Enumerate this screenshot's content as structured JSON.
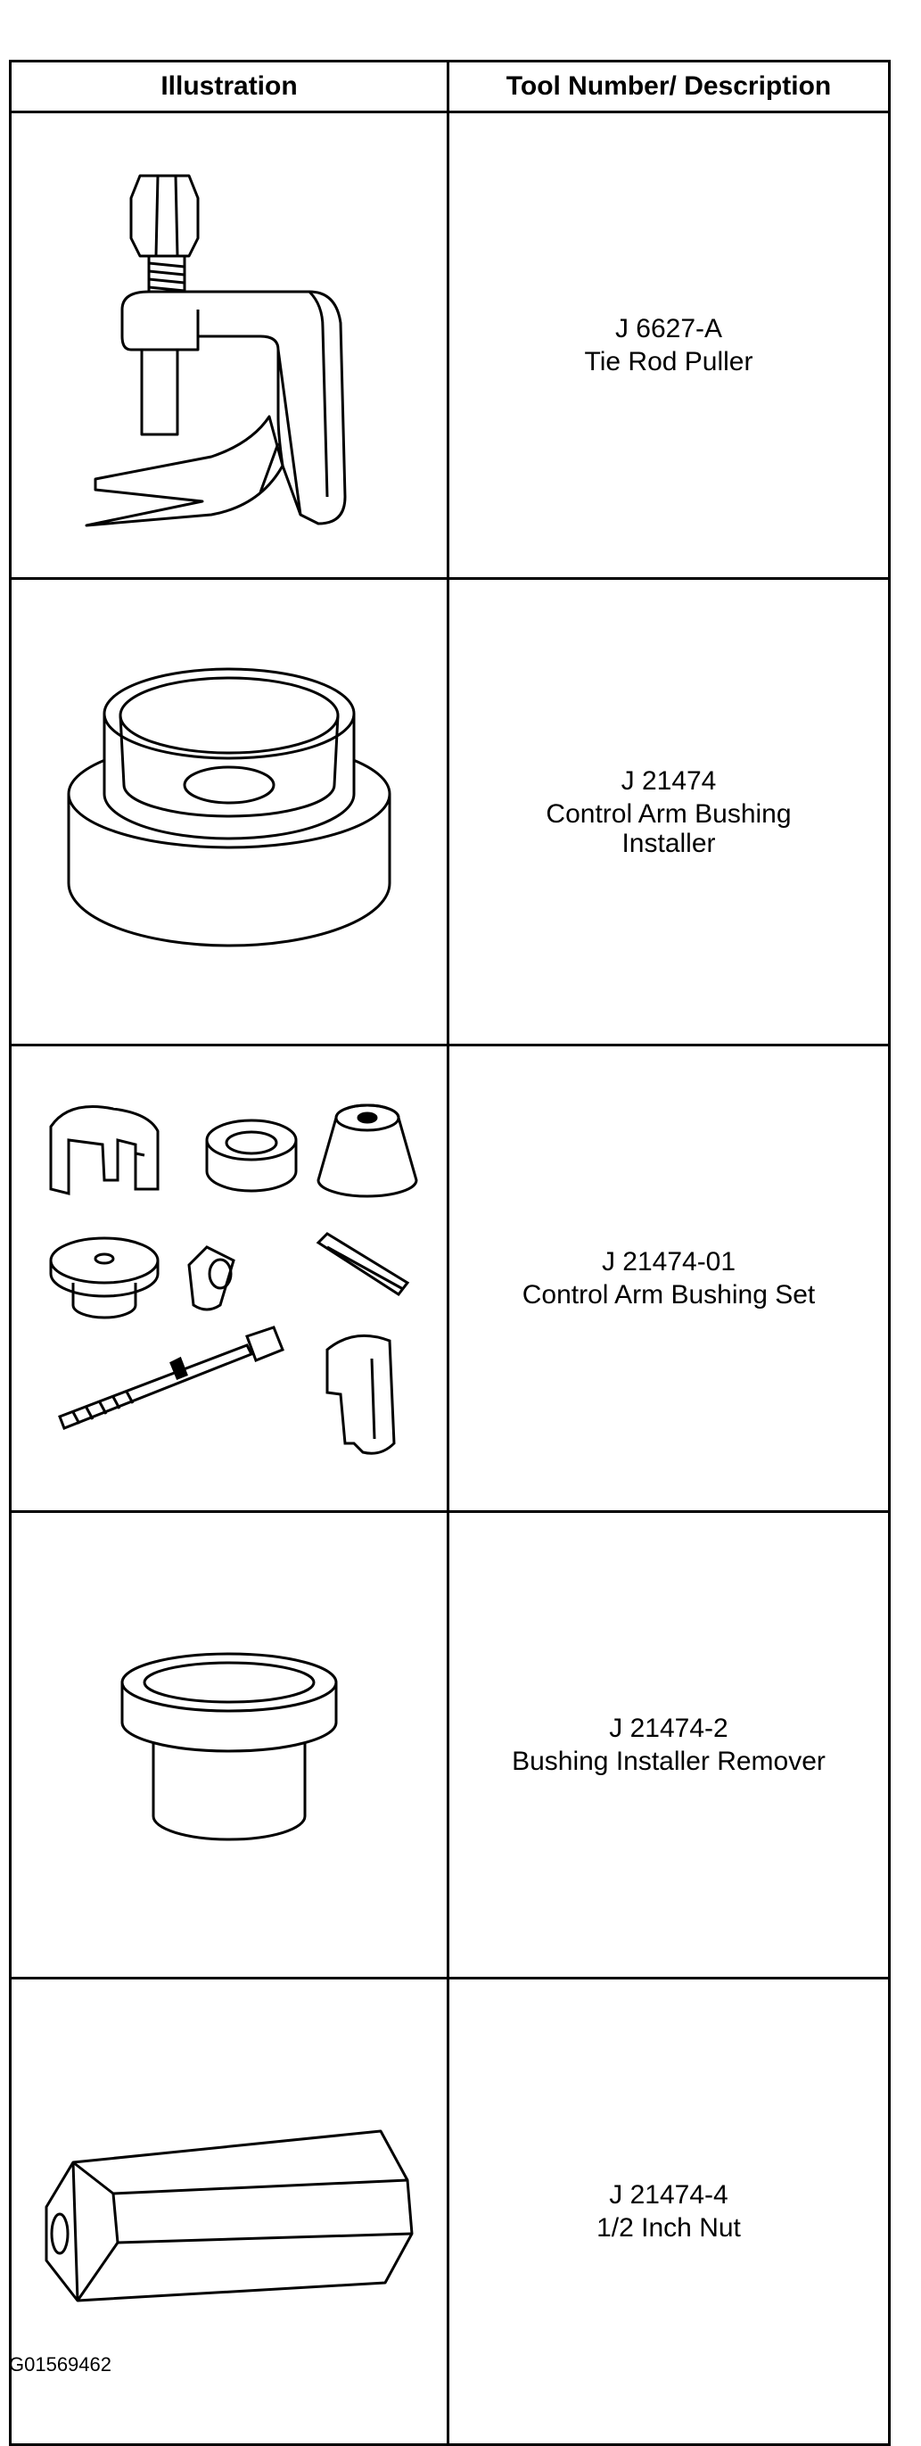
{
  "table": {
    "headers": {
      "illustration": "Illustration",
      "description": "Tool Number/ Description"
    },
    "rows": [
      {
        "tool_number": "J 6627-A",
        "description": "Tie Rod Puller",
        "icon": "tie-rod-puller-icon"
      },
      {
        "tool_number": "J 21474",
        "description": "Control Arm Bushing Installer",
        "icon": "bushing-installer-icon"
      },
      {
        "tool_number": "J 21474-01",
        "description": "Control Arm Bushing Set",
        "icon": "bushing-set-icon"
      },
      {
        "tool_number": "J 21474-2",
        "description": "Bushing Installer Remover",
        "icon": "installer-remover-icon"
      },
      {
        "tool_number": "J 21474-4",
        "description": "1/2 Inch Nut",
        "icon": "hex-nut-icon"
      }
    ]
  },
  "figure_id": "G01569462",
  "colors": {
    "line": "#000000",
    "background": "#ffffff"
  }
}
